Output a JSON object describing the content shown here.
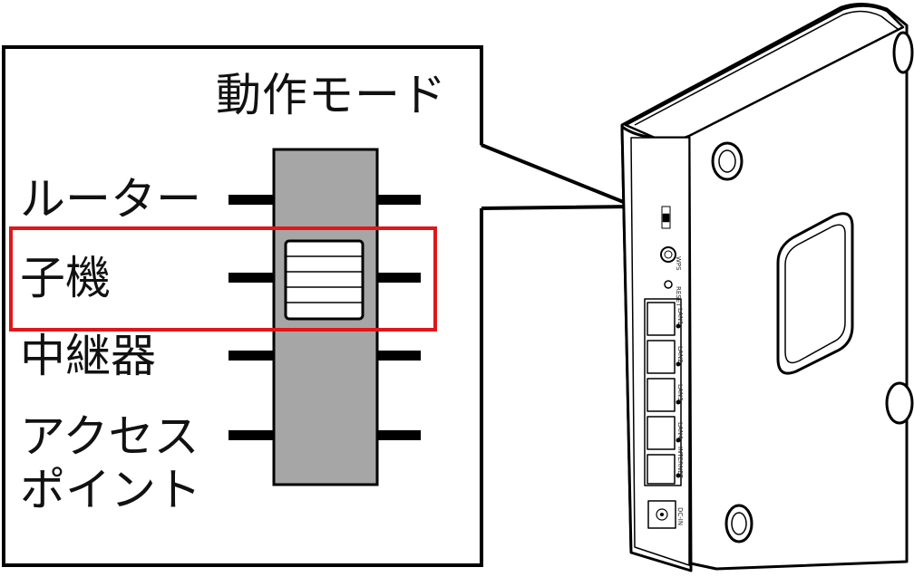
{
  "callout": {
    "title": "動作モード",
    "modes": [
      {
        "label": "ルーター"
      },
      {
        "label": "子機",
        "selected": true
      },
      {
        "label": "中継器"
      },
      {
        "label": "アクセス\nポイント"
      }
    ],
    "highlight_color": "#e0161b",
    "switch_color": "#a6a6a6"
  },
  "device": {
    "ports": [
      {
        "label": "LAN1"
      },
      {
        "label": "LAN2"
      },
      {
        "label": "LAN3"
      },
      {
        "label": "LAN4"
      },
      {
        "label": "INTERNET"
      }
    ],
    "buttons": {
      "wps": "WPS",
      "reset": "RESET"
    },
    "power": "DC-IN"
  }
}
